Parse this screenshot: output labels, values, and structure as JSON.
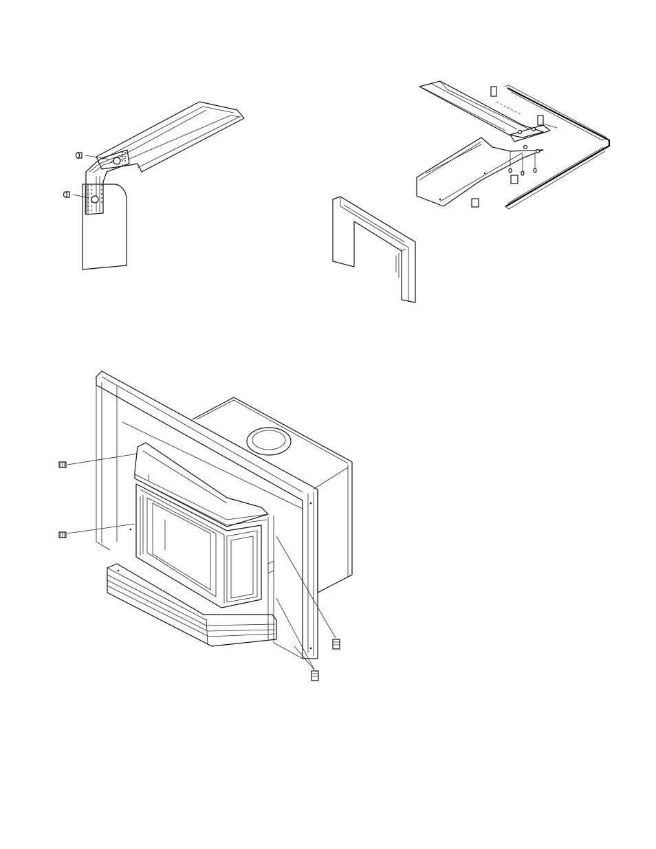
{
  "page": {
    "background": "#ffffff",
    "line_color": "#111111"
  },
  "figures": [
    {
      "id": "fig-top-left",
      "icon": "trim-corner-bracket-detail"
    },
    {
      "id": "fig-top-right",
      "icon": "surround-trim-frame-exploded"
    },
    {
      "id": "fig-bottom",
      "icon": "fireplace-insert-with-surround"
    }
  ]
}
